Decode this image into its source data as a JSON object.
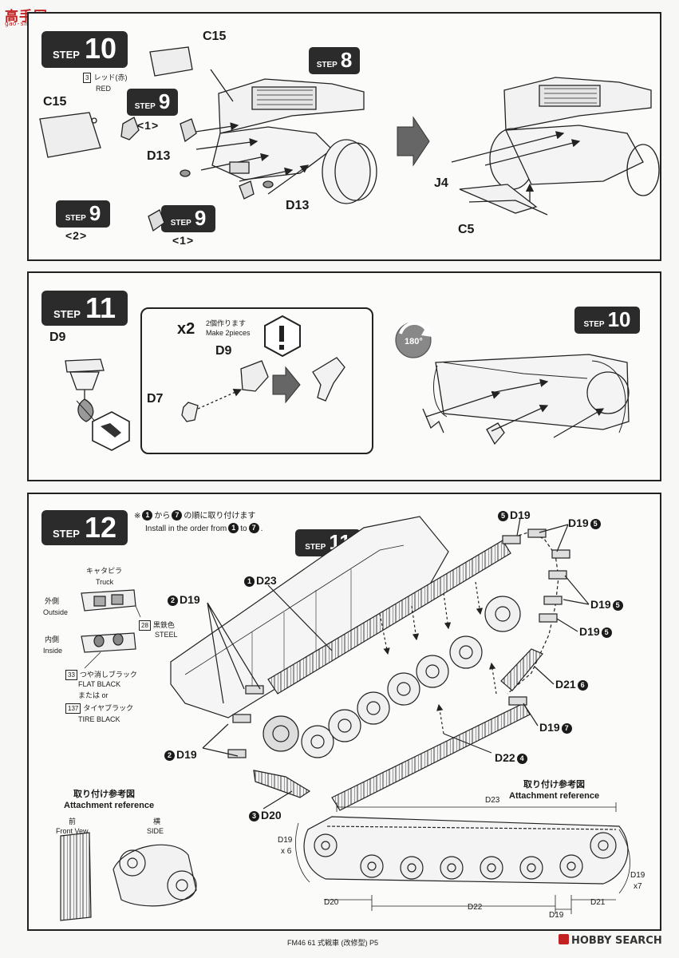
{
  "watermark": {
    "top": "高手网",
    "sub": "gao-shou.com"
  },
  "step10": {
    "badge_word": "STEP",
    "badge_num": "10",
    "ref8_word": "STEP",
    "ref8_num": "8",
    "ref9a_word": "STEP",
    "ref9a_num": "9",
    "ref9a_sub": "<1>",
    "ref9b_word": "STEP",
    "ref9b_num": "9",
    "ref9b_sub": "<2>",
    "ref9c_word": "STEP",
    "ref9c_num": "9",
    "ref9c_sub": "<1>",
    "paint_num": "3",
    "paint_ja": "レッド(赤)",
    "paint_en": "RED",
    "part_c15_top": "C15",
    "part_c15_left": "C15",
    "part_d13_a": "D13",
    "part_d13_b": "D13",
    "part_j4": "J4",
    "part_c5": "C5"
  },
  "step11": {
    "badge_word": "STEP",
    "badge_num": "11",
    "ref10_word": "STEP",
    "ref10_num": "10",
    "part_d9_left": "D9",
    "part_d9_box": "D9",
    "part_d7": "D7",
    "qty": "x2",
    "qty_ja": "2個作ります",
    "qty_en": "Make 2pieces",
    "rotate": "180°"
  },
  "step12": {
    "badge_word": "STEP",
    "badge_num": "12",
    "ref11_word": "STEP",
    "ref11_num": "11",
    "order_ja_a": "※",
    "order_ja_n1": "1",
    "order_ja_b": "から",
    "order_ja_n2": "7",
    "order_ja_c": "の順に取り付けます",
    "order_en_a": "Install in the order from",
    "order_en_n1": "1",
    "order_en_b": "to",
    "order_en_n2": "7",
    "order_en_c": ".",
    "track_ja": "キャタピラ",
    "track_en": "Truck",
    "outside_ja": "外側",
    "outside_en": "Outside",
    "inside_ja": "内側",
    "inside_en": "Inside",
    "paint28_num": "28",
    "paint28_ja": "黒鉄色",
    "paint28_en": "STEEL",
    "paint33_num": "33",
    "paint33_ja": "つや消しブラック",
    "paint33_en": "FLAT BLACK",
    "or_ja": "または",
    "or_en": "or",
    "paint137_num": "137",
    "paint137_ja": "タイヤブラック",
    "paint137_en": "TIRE BLACK",
    "labels": {
      "d23": {
        "n": "1",
        "t": "D23"
      },
      "d19_2a": {
        "n": "2",
        "t": "D19"
      },
      "d19_2b": {
        "n": "2",
        "t": "D19"
      },
      "d20": {
        "n": "3",
        "t": "D20"
      },
      "d22": {
        "t": "D22",
        "n": "4"
      },
      "d19_5a": {
        "n": "5",
        "t": "D19"
      },
      "d19_5b": {
        "t": "D19",
        "n": "5"
      },
      "d19_5c": {
        "t": "D19",
        "n": "5"
      },
      "d19_5d": {
        "t": "D19",
        "n": "5"
      },
      "d21": {
        "t": "D21",
        "n": "6"
      },
      "d19_7": {
        "t": "D19",
        "n": "7"
      }
    },
    "ref_left_ja": "取り付け参考図",
    "ref_left_en": "Attachment reference",
    "front_ja": "前",
    "front_en": "Front Vew",
    "side_ja": "横",
    "side_en": "SIDE",
    "ref_right_ja": "取り付け参考図",
    "ref_right_en": "Attachment reference",
    "dim_d23": "D23",
    "dim_d19_l": "D19",
    "dim_x6": "x 6",
    "dim_d19_r": "D19",
    "dim_x7": "x7",
    "dim_d20": "D20",
    "dim_d22": "D22",
    "dim_d19_b": "D19",
    "dim_d21": "D21"
  },
  "footer": {
    "text": "FM46 61 式戦車 (改修型) P5",
    "brand": "HOBBY SEARCH"
  }
}
